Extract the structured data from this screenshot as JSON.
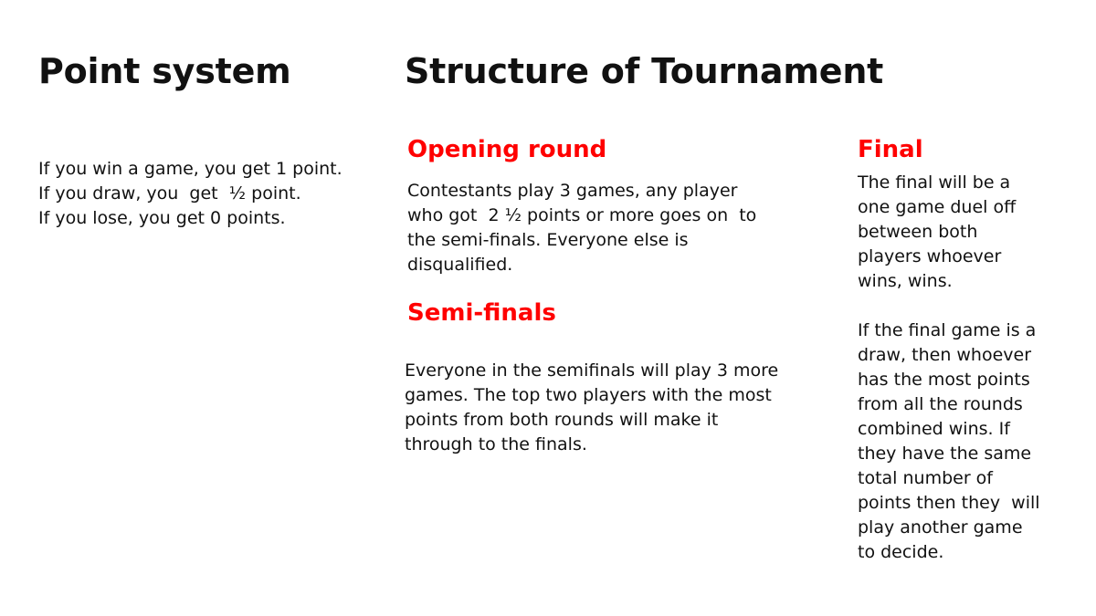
{
  "point_system": {
    "title": "Point system",
    "lines": [
      "If you win a game, you get 1 point.",
      "If you draw, you  get  ½ point.",
      "If you lose, you get 0 points."
    ]
  },
  "structure": {
    "title": "Structure of Tournament",
    "opening_round": {
      "heading": "Opening round",
      "lines": [
        "Contestants play 3 games, any player",
        "who got  2 ½ points or more goes on  to",
        "the semi-finals. Everyone else is",
        "disqualified."
      ]
    },
    "semi_finals": {
      "heading": "Semi-finals",
      "lines": [
        "Everyone in the semifinals will play 3 more",
        "games. The top two players with the most",
        "points from both rounds will make it",
        "through to the finals."
      ]
    },
    "final": {
      "heading": "Final",
      "paragraph1_lines": [
        "The final will be a",
        "one game duel off",
        "between both",
        "players whoever",
        "wins, wins."
      ],
      "paragraph2_lines": [
        "If the final game is a",
        "draw, then whoever",
        "has the most points",
        "from all the rounds",
        "combined wins. If",
        "they have the same",
        "total number of",
        "points then they  will",
        "play another game",
        "to decide."
      ]
    }
  },
  "colors": {
    "heading_red": "#ff0000",
    "text": "#111111",
    "background": "#ffffff"
  }
}
